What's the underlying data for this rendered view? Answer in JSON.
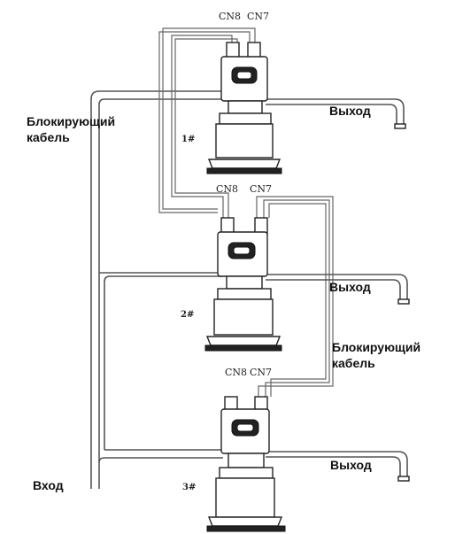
{
  "units": [
    {
      "connector_left": "CN8",
      "connector_right": "CN7",
      "number": "1#"
    },
    {
      "connector_left": "CN8",
      "connector_right": "CN7",
      "number": "2#"
    },
    {
      "connector_left": "CN8",
      "connector_right": "CN7",
      "number": "3#"
    }
  ],
  "labels": {
    "interlock_cable_top": [
      "Блокирующий",
      "кабель"
    ],
    "interlock_cable_mid": [
      "Блокирующий",
      "кабель"
    ],
    "output_1": "Выход",
    "output_2": "Выход",
    "output_3": "Выход",
    "input": "Вход"
  }
}
